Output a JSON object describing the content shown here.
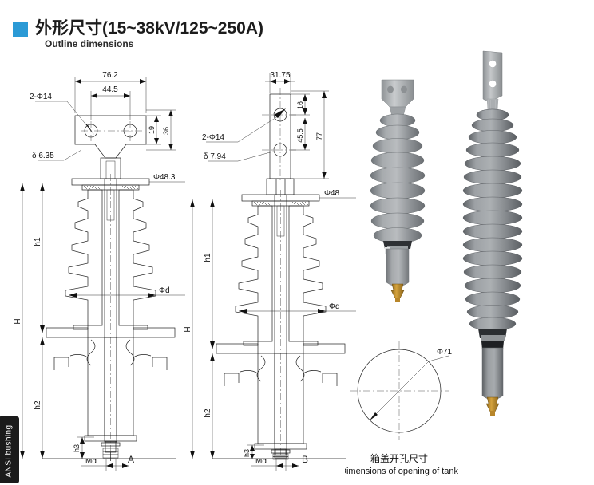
{
  "header": {
    "bullet_color": "#2b9ad6",
    "title_cn": "外形尺寸(15~38kV/125~250A)",
    "title_en": "Outline dimensions"
  },
  "side_tab": {
    "label": "ANSI bushing",
    "bg_color": "#1b1b1b"
  },
  "drawing_a": {
    "caption": "A",
    "dimensions": {
      "width_overall": "76.2",
      "hole_spacing": "44.5",
      "hole_note": "2-Φ14",
      "plate_thickness": "δ 6.35",
      "height_small": "19",
      "height_large": "36",
      "flange_dia": "Φ48.3",
      "shed_dia": "Φd",
      "total_height": "H",
      "upper_height": "h1",
      "lower_height": "h2",
      "stud_height": "h3",
      "thread": "Md"
    }
  },
  "drawing_b": {
    "caption": "B",
    "dimensions": {
      "width_overall": "31.75",
      "hole_note": "2-Φ14",
      "plate_thickness": "δ 7.94",
      "height_small": "16",
      "height_mid": "45.5",
      "height_large": "77",
      "flange_dia": "Φ48",
      "shed_dia": "Φd",
      "total_height": "H",
      "upper_height": "h1",
      "lower_height": "h2",
      "stud_height": "h3",
      "thread": "Md"
    }
  },
  "tank_opening": {
    "diameter_label": "Φ71",
    "caption_cn": "箱盖开孔尺寸",
    "caption_en": "Dimensions of opening of tank"
  },
  "photos": [
    {
      "name": "bushing-short-photo",
      "shed_color": "#8e9296",
      "body_color": "#9a9da0",
      "bracket_color": "#b9bcbf",
      "terminal_color": "#b8862a"
    },
    {
      "name": "bushing-tall-photo",
      "shed_color": "#83878b",
      "body_color": "#7c8084",
      "bracket_color": "#adb0b3",
      "terminal_color": "#b8862a"
    }
  ],
  "colors": {
    "line": "#1f1f1f",
    "center_line": "#555555",
    "background": "#ffffff"
  }
}
